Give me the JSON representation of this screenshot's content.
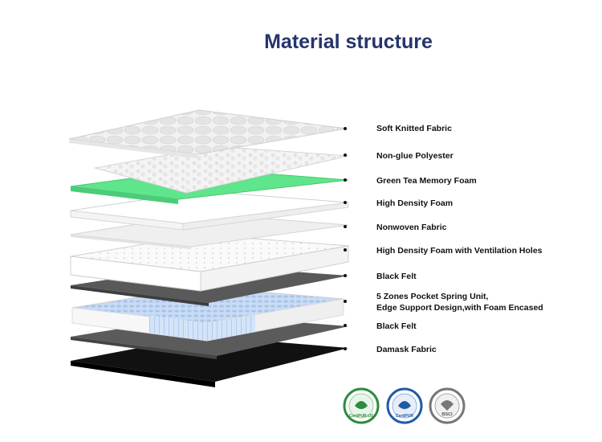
{
  "title": "Material structure",
  "layers": [
    {
      "label": "Soft Knitted Fabric"
    },
    {
      "label": "Non-glue Polyester"
    },
    {
      "label": "Green Tea Memory Foam"
    },
    {
      "label": "High Density Foam"
    },
    {
      "label": "Nonwoven Fabric"
    },
    {
      "label": "High Density Foam with Ventilation Holes"
    },
    {
      "label": "Black Felt"
    },
    {
      "label": "5 Zones Pocket Spring Unit,",
      "label2": "Edge Support Design,with Foam Encased"
    },
    {
      "label": "Black Felt"
    },
    {
      "label": "Damask Fabric"
    }
  ],
  "certifications": [
    {
      "name": "CertiPUR-US",
      "color": "#2e8b3e"
    },
    {
      "name": "CertiPUR",
      "color": "#1f5aa6"
    },
    {
      "name": "BSCI",
      "color": "#777777"
    }
  ],
  "colors": {
    "title": "#25346b",
    "memory_foam": "#5fe58c",
    "felt": "#555555",
    "damask": "#111111"
  }
}
